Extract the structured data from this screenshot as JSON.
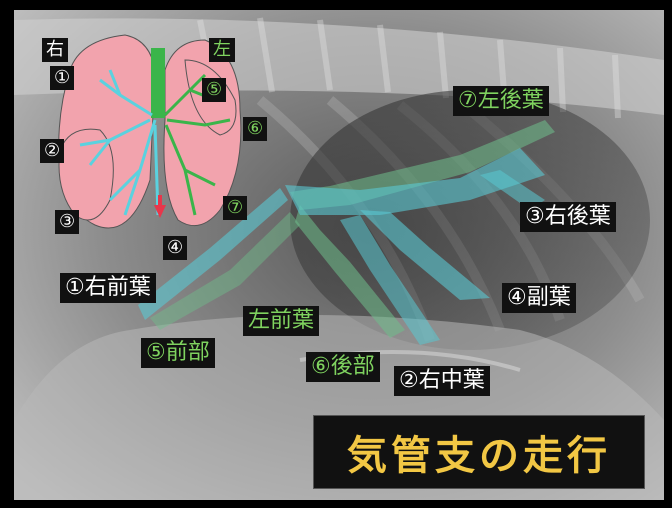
{
  "labels": {
    "inset_right": "右",
    "inset_left": "左",
    "inset_1": "①",
    "inset_2": "②",
    "inset_3": "③",
    "inset_4": "④",
    "inset_5": "⑤",
    "inset_6": "⑥",
    "inset_7": "⑦",
    "right_cranial_lobe": "①右前葉",
    "left_cranial_lobe": "左前葉",
    "cranial_part": "⑤前部",
    "caudal_part": "⑥後部",
    "right_middle_lobe": "②右中葉",
    "accessory_lobe": "④副葉",
    "right_caudal_lobe": "③右後葉",
    "left_caudal_lobe": "⑦左後葉"
  },
  "title": "気管支の走行",
  "colors": {
    "title_text": "#f2c744",
    "green_label": "#7fd35f",
    "white_label": "#ffffff",
    "lung_fill": "#f2a3ad",
    "right_bronchi": "#5ad2df",
    "left_bronchi": "#3ab54a",
    "overlay_cyan": "#5ac8d2",
    "overlay_green": "#6fbf8c"
  }
}
